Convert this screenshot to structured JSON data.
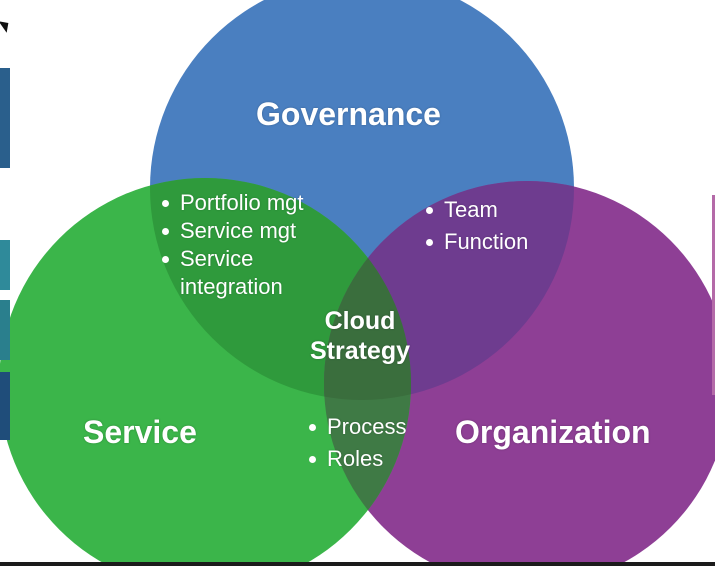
{
  "diagram": {
    "type": "venn",
    "circles": [
      {
        "name": "governance",
        "label": "Governance",
        "color": "#4a7fc0"
      },
      {
        "name": "service",
        "label": "Service",
        "color": "#3bb54a"
      },
      {
        "name": "organization",
        "label": "Organization",
        "color": "#8e3f95"
      }
    ],
    "center_label_line1": "Cloud",
    "center_label_line2": "Strategy",
    "governance_service_items": [
      "Portfolio mgt",
      "Service mgt",
      "Service",
      "integration"
    ],
    "governance_organization_items": [
      "Team",
      "Function"
    ],
    "service_organization_items": [
      "Process",
      "Roles"
    ]
  }
}
